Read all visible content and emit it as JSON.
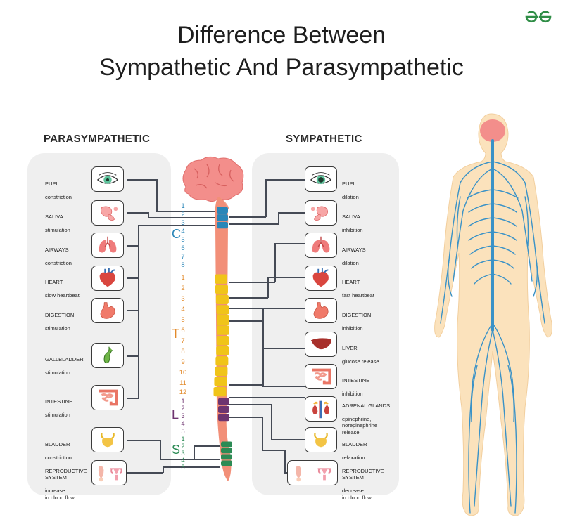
{
  "title": {
    "line1": "Difference Between",
    "line2": "Sympathetic And Parasympathetic"
  },
  "logo_text": "GfG",
  "colors": {
    "cervical": "#2a86b8",
    "thoracic": "#f0c419",
    "lumbar": "#6e3470",
    "sacral": "#2c8b55",
    "spinal_cord": "#f28f78",
    "brain": "#f38e8b",
    "nerves": "#3a92c7",
    "body": "#fbe2bc"
  },
  "parasympathetic": {
    "heading": "PARASYMPATHETIC",
    "items": [
      {
        "icon": "eye-icon",
        "name": "PUPIL",
        "effect": "constriction"
      },
      {
        "icon": "salivary-gland-icon",
        "name": "SALIVA",
        "effect": "stimulation"
      },
      {
        "icon": "lungs-icon",
        "name": "AIRWAYS",
        "effect": "constriction"
      },
      {
        "icon": "heart-icon",
        "name": "HEART",
        "effect": "slow heartbeat"
      },
      {
        "icon": "stomach-icon",
        "name": "DIGESTION",
        "effect": "stimulation"
      },
      {
        "icon": "gallbladder-icon",
        "name": "GALLBLADDER",
        "effect": "stimulation"
      },
      {
        "icon": "intestine-icon",
        "name": "INTESTINE",
        "effect": "stimulation"
      },
      {
        "icon": "bladder-icon",
        "name": "BLADDER",
        "effect": "constriction"
      },
      {
        "icon": "reproductive-organs-icon",
        "name": "REPRODUCTIVE\nSYSTEM",
        "effect": "increase\nin blood flow"
      }
    ]
  },
  "sympathetic": {
    "heading": "SYMPATHETIC",
    "items": [
      {
        "icon": "eye-icon",
        "name": "PUPIL",
        "effect": "dilation"
      },
      {
        "icon": "salivary-gland-icon",
        "name": "SALIVA",
        "effect": "inhibition"
      },
      {
        "icon": "lungs-icon",
        "name": "AIRWAYS",
        "effect": "dilation"
      },
      {
        "icon": "heart-icon",
        "name": "HEART",
        "effect": "fast heartbeat"
      },
      {
        "icon": "stomach-icon",
        "name": "DIGESTION",
        "effect": "inhibition"
      },
      {
        "icon": "liver-icon",
        "name": "LIVER",
        "effect": "glucose release"
      },
      {
        "icon": "intestine-icon",
        "name": "INTESTINE",
        "effect": "inhibition"
      },
      {
        "icon": "adrenal-glands-icon",
        "name": "ADRENAL GLANDS",
        "effect": "epinephrine,\nnorepinephrine\nrelease"
      },
      {
        "icon": "bladder-icon",
        "name": "BLADDER",
        "effect": "relaxation"
      },
      {
        "icon": "reproductive-organs-icon",
        "name": "REPRODUCTIVE\nSYSTEM",
        "effect": "decrease\nin blood flow"
      }
    ]
  },
  "spine": {
    "cervical": {
      "letter": "C",
      "numbers": [
        "1",
        "2",
        "3",
        "4",
        "5",
        "6",
        "7",
        "8"
      ]
    },
    "thoracic": {
      "letter": "T",
      "numbers": [
        "1",
        "2",
        "3",
        "4",
        "5",
        "6",
        "7",
        "8",
        "9",
        "10",
        "11",
        "12"
      ]
    },
    "lumbar": {
      "letter": "L",
      "numbers": [
        "1",
        "2",
        "3",
        "4",
        "5"
      ]
    },
    "sacral": {
      "letter": "S",
      "numbers": [
        "1",
        "2",
        "3",
        "4",
        "5"
      ]
    }
  }
}
